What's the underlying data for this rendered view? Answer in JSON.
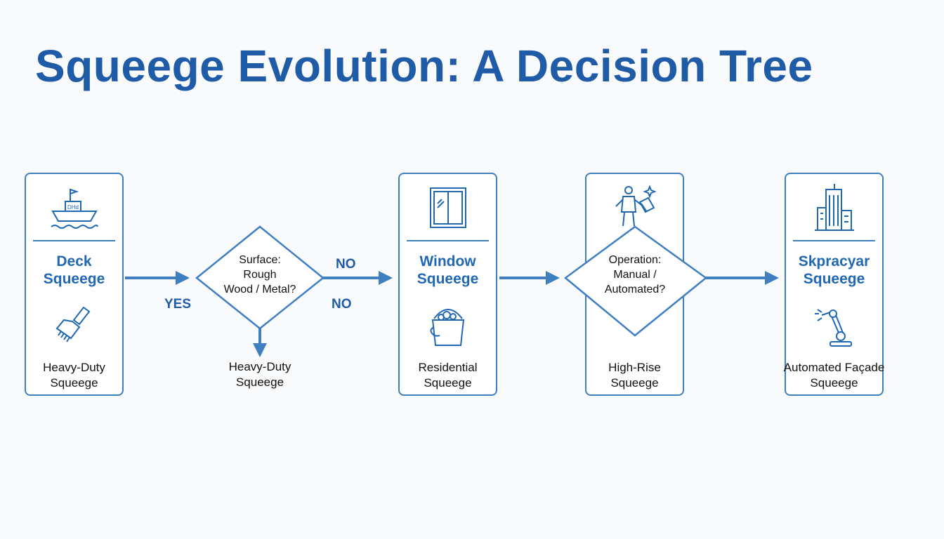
{
  "title": "Squeege Evolution: A Decision Tree",
  "colors": {
    "accent": "#1f5ba6",
    "line": "#3f7fc0",
    "text": "#111111"
  },
  "cards": [
    {
      "heading": [
        "Deck",
        "Squeege"
      ],
      "caption": [
        "Heavy-Duty",
        "Squeege"
      ],
      "top_icon": "ship-icon",
      "mid_icon": "brush-icon"
    },
    {
      "heading": [
        "Window",
        "Squeege"
      ],
      "caption": [
        "Residential",
        "Squeege"
      ],
      "top_icon": "window-icon",
      "mid_icon": "bucket-icon"
    },
    {
      "heading": [],
      "caption": [
        "High-Rise",
        "Squeege"
      ],
      "top_icon": "window-cleaner-icon",
      "mid_icon": ""
    },
    {
      "heading": [
        "Skpracyar",
        "Squeege"
      ],
      "caption": [
        "Automated Façade",
        "Squeege"
      ],
      "top_icon": "skyscraper-icon",
      "mid_icon": "robot-arm-icon"
    }
  ],
  "decisions": [
    {
      "text": [
        "Surface:",
        "Rough",
        "Wood / Metal?"
      ],
      "below_caption": [
        "Heavy-Duty",
        "Squeege"
      ]
    },
    {
      "text": [
        "Operation:",
        "Manual /",
        "Automated?"
      ]
    }
  ],
  "edge_labels": {
    "yes": "YES",
    "no_top": "NO",
    "no_bottom": "NO"
  }
}
